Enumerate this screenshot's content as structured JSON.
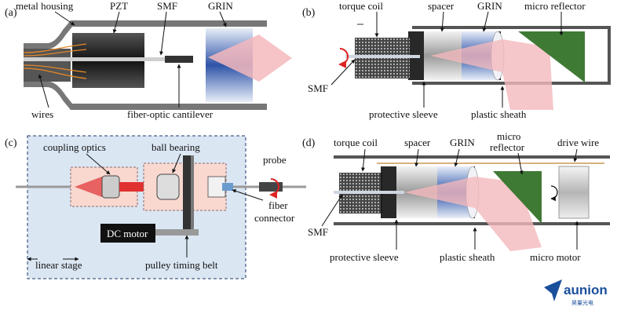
{
  "panels": {
    "a": {
      "label": "(a)",
      "metal_housing": "metal housing",
      "pzt": "PZT",
      "smf": "SMF",
      "grin": "GRIN",
      "wires": "wires",
      "cantilever": "fiber-optic cantilever"
    },
    "b": {
      "label": "(b)",
      "torque_coil": "torque coil",
      "spacer": "spacer",
      "grin": "GRIN",
      "micro_reflector": "micro reflector",
      "smf": "SMF",
      "protective_sleeve": "protective sleeve",
      "plastic_sheath": "plastic sheath"
    },
    "c": {
      "label": "(c)",
      "coupling_optics": "coupling optics",
      "ball_bearing": "ball bearing",
      "probe": "probe",
      "fiber": "fiber",
      "connector": "connector",
      "dc_motor": "DC motor",
      "linear_stage": "linear stage",
      "pulley": "pulley timing belt"
    },
    "d": {
      "label": "(d)",
      "torque_coil": "torque coil",
      "spacer": "spacer",
      "grin": "GRIN",
      "micro": "micro",
      "reflector": "reflector",
      "drive_wire": "drive wire",
      "smf": "SMF",
      "protective_sleeve": "protective sleeve",
      "plastic_sheath": "plastic sheath",
      "micro_motor": "micro motor"
    }
  },
  "logo": {
    "name": "aunion",
    "sub": "昊量光电"
  },
  "colors": {
    "grin_blue": "#3a5fb0",
    "reflector_green": "#3f7a35",
    "beam_pink": "#f4b9bd",
    "laser_red": "#e03030",
    "stage_bg": "#dbe6f3"
  }
}
